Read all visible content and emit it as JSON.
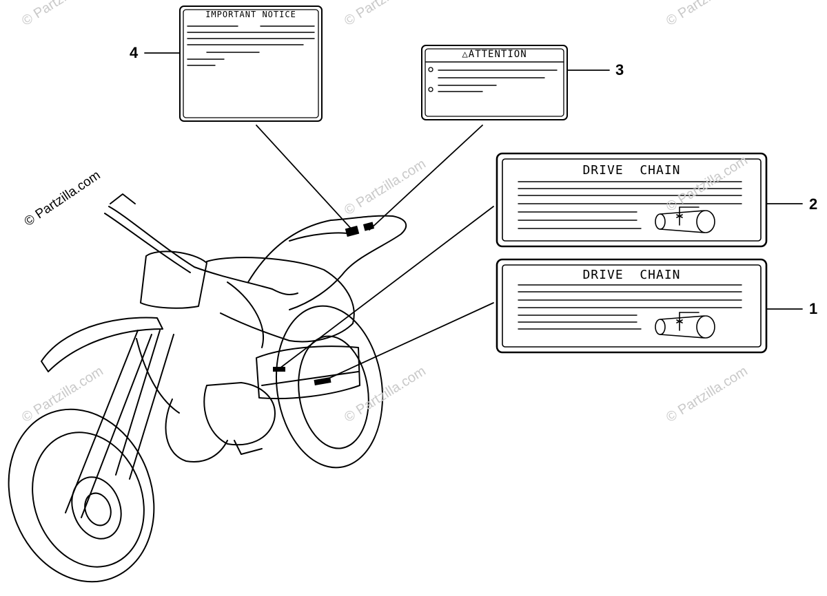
{
  "diagram": {
    "labels": {
      "important_notice": "IMPORTANT NOTICE",
      "attention": "△ATTENTION",
      "drive_chain_upper": "DRIVE  CHAIN",
      "drive_chain_lower": "DRIVE  CHAIN"
    },
    "callouts": {
      "c1": "1",
      "c2": "2",
      "c3": "3",
      "c4": "4"
    }
  },
  "watermark": {
    "main": "© Partzilla.com",
    "faint": "© Partzilla.com"
  }
}
